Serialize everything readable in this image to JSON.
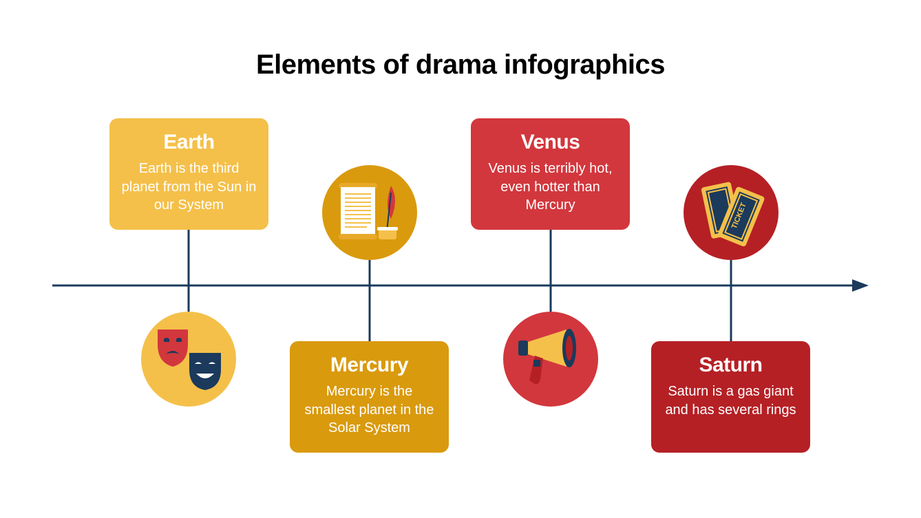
{
  "title": "Elements of drama infographics",
  "colors": {
    "line": "#1b3a5c",
    "yellow": "#f4c04a",
    "mustard": "#d99a0d",
    "red": "#d2373d",
    "dark_red": "#b52025"
  },
  "items": [
    {
      "heading": "Earth",
      "text": "Earth is the third planet from the Sun in our System",
      "icon": "theater-masks-icon"
    },
    {
      "heading": "Mercury",
      "text": "Mercury is the smallest planet in the Solar System",
      "icon": "scroll-quill-icon"
    },
    {
      "heading": "Venus",
      "text": "Venus is terribly hot, even hotter than Mercury",
      "icon": "megaphone-icon"
    },
    {
      "heading": "Saturn",
      "text": "Saturn is a gas giant and has several rings",
      "icon": "tickets-icon"
    }
  ],
  "ticket_text": "TICKET"
}
